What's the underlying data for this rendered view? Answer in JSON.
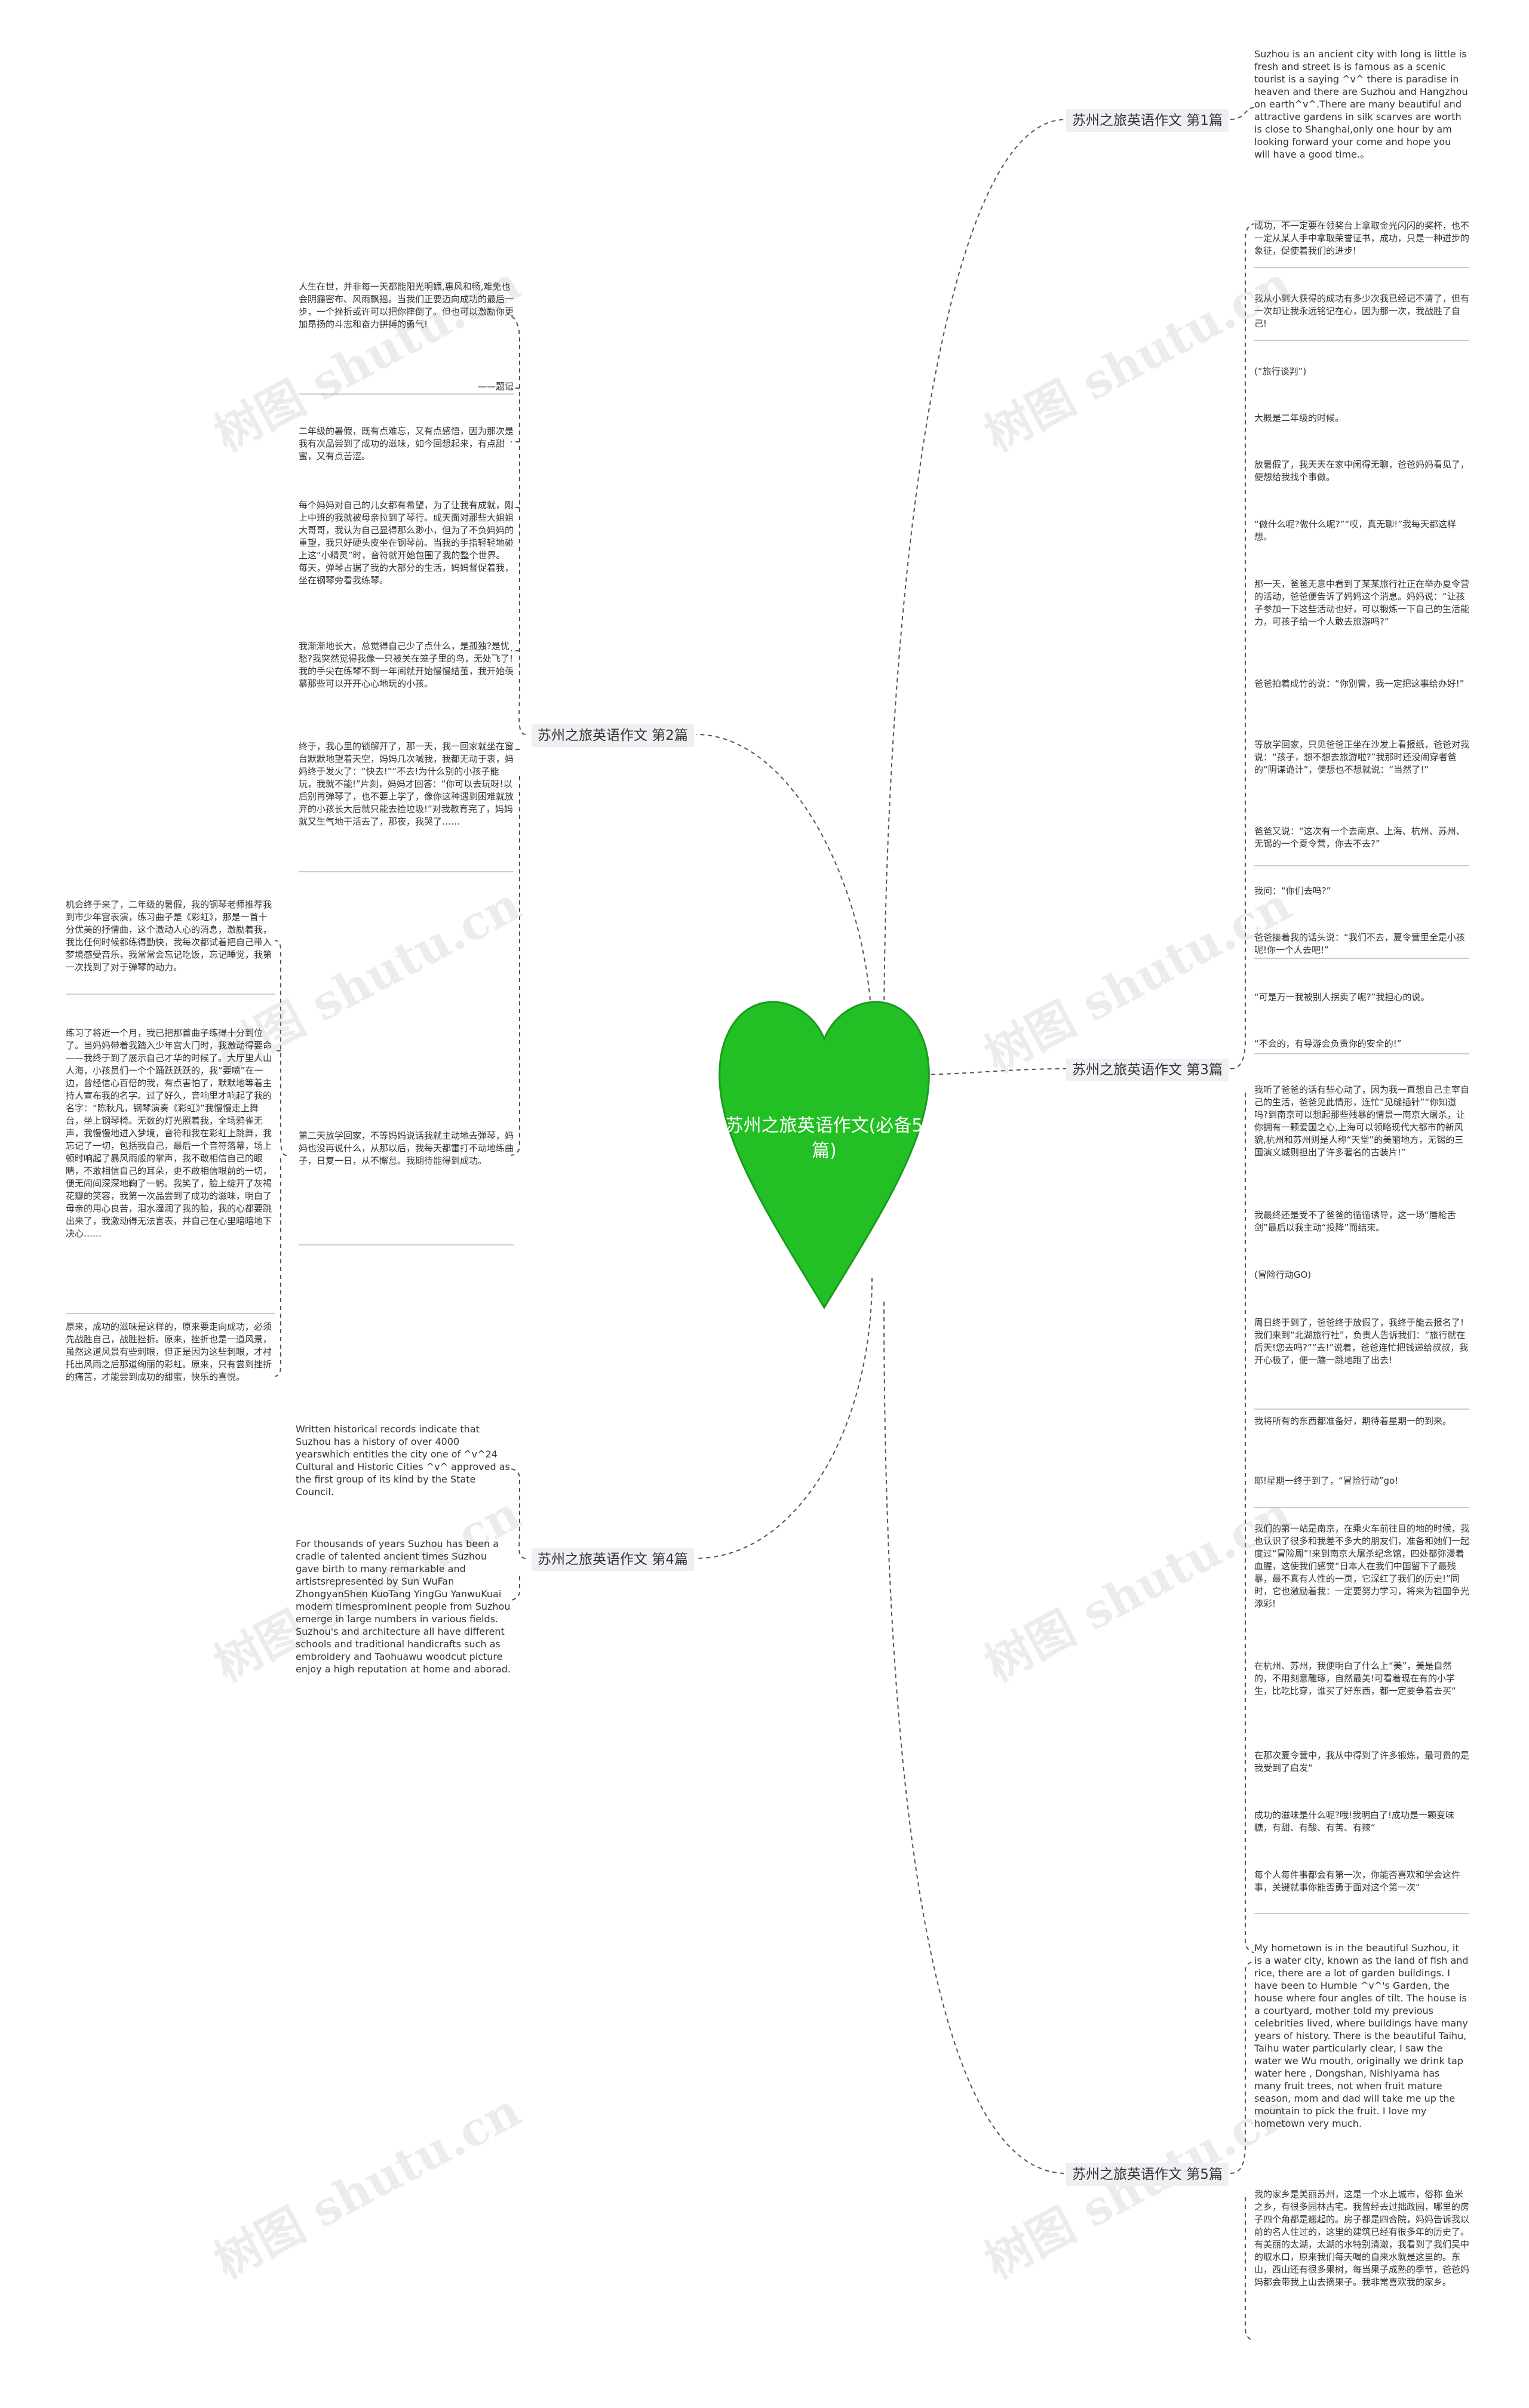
{
  "center": {
    "title": "苏州之旅英语作文(必备5篇)",
    "color": "#22c024"
  },
  "watermark": "树图 shutu.cn",
  "branches": {
    "b1": "苏州之旅英语作文 第1篇",
    "b2": "苏州之旅英语作文 第2篇",
    "b3": "苏州之旅英语作文 第3篇",
    "b4": "苏州之旅英语作文 第4篇",
    "b5": "苏州之旅英语作文 第5篇"
  },
  "leaves": {
    "p1": [
      "Suzhou is an ancient city with long  is little  is fresh and street  is  is famous as a scenic tourist  is a saying  ^v^ there is paradise in heaven and there are Suzhou and Hangzhou on earth^v^.There are many beautiful and attractive gardens in silk scarves are worth  is close to Shanghai,only one hour by  am looking forward your come and hope you will have a good time.。"
    ],
    "p2": [
      "人生在世，并非每一天都能阳光明媚,惠风和畅,难免也会阴霾密布、风雨飘摇。当我们正要迈向成功的最后一步，一个挫折或许可以把你摔倒了。但也可以激励你更加昂扬的斗志和奋力拼搏的勇气!",
      "——题记",
      "二年级的暑假，既有点难忘，又有点感悟，因为那次是我有次品尝到了成功的滋味，如今回想起来，有点甜蜜，又有点苦涩。",
      "每个妈妈对自己的儿女都有希望，为了让我有成就，刚上中班的我就被母亲拉到了琴行。成天面对那些大姐姐大哥哥，我认为自己显得那么渺小，但为了不负妈妈的重望，我只好硬头皮坐在钢琴前。当我的手指轻轻地碰上这“小精灵”时，音符就开始包围了我的整个世界。每天，弹琴占据了我的大部分的生活，妈妈督促着我，坐在钢琴旁看我练琴。",
      "我渐渐地长大，总觉得自己少了点什么，是孤独?是忧愁?我突然觉得我像一只被关在笼子里的鸟，无处飞了!我的手尖在练琴不到一年间就开始慢慢结茧，我开始羡慕那些可以开开心心地玩的小孩。",
      "终于，我心里的锁解开了，那一天，我一回家就坐在窗台默默地望着天空，妈妈几次喊我，我都无动于衷，妈妈终于发火了：“快去!”“不去!为什么别的小孩子能玩，我就不能!”片刻，妈妈才回答：“你可以去玩呀!以后别再弹琴了，也不要上学了，像你这种遇到困难就放弃的小孩长大后就只能去捡垃圾!”对我教育完了，妈妈就又生气地干活去了，那夜，我哭了……",
      "第二天放学回家，不等妈妈说话我就主动地去弹琴，妈妈也没再说什么，从那以后，我每天都雷打不动地练曲子，日复一日，从不懈怠。我期待能得到成功。",
      "机会终于来了，二年级的暑假，我的钢琴老师推荐我到市少年宫表演，练习曲子是《彩虹》，那是一首十分优美的抒情曲，这个激动人心的消息，激励着我，我比任何时候都练得勤快，我每次都试着把自己带入梦境感受音乐，我常常会忘记吃饭，忘记睡觉，我第一次找到了对于弹琴的动力。",
      "练习了将近一个月，我已把那首曲子练得十分到位了。当妈妈带着我踏入少年宫大门时，我激动得要命——我终于到了展示自己才华的时候了。大厅里人山人海，小孩员们一个个踊跃跃跃的，我“要喷”在一边，曾经信心百倍的我，有点害怕了，默默地等着主持人宣布我的名字。过了好久，音响里才响起了我的名字：“陈秋凡，钢琴演奏《彩虹》”我慢慢走上舞台，坐上钢琴椅。无数的灯光照着我，全场鸦雀无声，我慢慢地进入梦境，音符和我在彩虹上跳舞，我忘记了一切，包括我自己，最后一个音符落幕，场上顿时响起了暴风雨般的掌声，我不敢相信自己的眼睛，不敢相信自己的耳朵，更不敢相信眼前的一切，便无闹间深深地鞠了一躬。我笑了，脸上绽开了灰褐花瓣的笑容，我第一次品尝到了成功的滋味，明白了母亲的用心良苦，泪水湿润了我的脸，我的心都要跳出来了，我激动得无法言表，并自己在心里暗暗地下决心……",
      "原来，成功的滋味是这样的，原来要走向成功，必须先战胜自己，战胜挫折。原来，挫折也是一道风景，虽然这道风景有些刺眼，但正是因为这些刺眼，才衬托出风雨之后那道绚丽的彩虹。原来，只有尝到挫折的痛苦，才能尝到成功的甜蜜，快乐的喜悦。"
    ],
    "p3": [
      "成功，不一定要在领奖台上拿取金光闪闪的奖杯，也不一定从某人手中拿取荣誉证书，成功，只是一种进步的象征，促使着我们的进步!",
      "我从小到大获得的成功有多少次我已经记不清了，但有一次却让我永远铭记在心，因为那一次，我战胜了自己!",
      "(“旅行谈判”)",
      "大概是二年级的时候。",
      "放暑假了，我天天在家中闲得无聊，爸爸妈妈看见了，便想给我找个事做。",
      "“做什么呢?做什么呢?”“哎，真无聊!”我每天都这样想。",
      "那一天，爸爸无意中看到了某某旅行社正在举办夏令营的活动，爸爸便告诉了妈妈这个消息。妈妈说：“让孩子参加一下这些活动也好，可以锻炼一下自己的生活能力，可孩子给一个人敢去旅游吗?”",
      "爸爸拍着成竹的说：“你别管，我一定把这事给办好!”",
      "等放学回家，只见爸爸正坐在沙发上看报纸，爸爸对我说：“孩子，想不想去旅游啦?”我那时还没闹穿者爸的“阴谋诡计”，便想也不想就说：“当然了!”",
      "爸爸又说：“这次有一个去南京、上海、杭州、苏州、无锡的一个夏令营，你去不去?”",
      "我问：“你们去吗?”",
      "爸爸接着我的话头说：“我们不去，夏令营里全是小孩呢!你一个人去吧!”",
      "“可是万一我被别人拐卖了呢?”我担心的说。",
      "“不会的，有导游会负责你的安全的!”",
      "我听了爸爸的话有些心动了，因为我一直想自己主宰自己的生活，爸爸见此情形，连忙“见缝插针”“你知道吗?到南京可以想起那些残暴的情景一南京大屠杀，让你拥有一颗爱国之心,上海可以领略现代大都市的新风貌,杭州和苏州则是人称“天堂”的美丽地方，无锡的三国演义城则担出了许多著名的古装片!”",
      "我最终还是受不了爸爸的循循诱导，这一场“唇枪舌剑”最后以我主动“投降”而结束。",
      "(冒险行动GO)",
      "周日终于到了，爸爸终于放假了，我终于能去报名了!我们来到“北湖旅行社”，负责人告诉我们：“旅行就在后天!您去吗?”“去!”说着，爸爸连忙把钱递给叔叔，我开心极了，便一蹦一跳地跑了出去!",
      "我将所有的东西都准备好，期待着星期一的到来。",
      "耶!星期一终于到了，“冒险行动”go!",
      "我们的第一站是南京，在乘火车前往目的地的时候，我也认识了很多和我差不多大的朋友们，准备和她们一起度过“冒险周”!来到南京大屠杀纪念馆，四处都弥漫着血腥，这使我们感觉“日本人在我们中国留下了最残暴，最不真有人性的一页，它深红了我们的历史!”同时，它也激励着我：一定要努力学习，将来为祖国争光添彩!",
      "在杭州、苏州，我便明白了什么上“美”，美是自然的，不用刻意雕琢，自然最美!可看着现在有的小学生，比吃比穿，谁买了好东西，都一定要争着去买“",
      "在那次夏令营中，我从中得到了许多锻炼，最可贵的是我受到了启发“",
      "成功的滋味是什么呢?哦!我明白了!成功是一颗变味糖，有甜、有酸、有苦、有辣“",
      "每个人每件事都会有第一次，你能否喜欢和学会这件事，关键就事你能否勇于面对这个第一次“"
    ],
    "p4": [
      "Written historical records indicate that Suzhou has a history of over 4000 yearswhich entitles the city one of  ^v^24  Cultural and Historic Cities  ^v^ approved as the first group of its kind by the State Council.",
      "For thousands of years Suzhou has been a cradle of talented  ancient times Suzhou gave birth to many remarkable and artistsrepresented by Sun WuFan ZhongyanShen KuoTang YingGu YanwuKuai  modern timesprominent people from Suzhou emerge in large numbers in various fields. Suzhou's   and architecture all have different schools and  traditional handicrafts such as embroidery and Taohuawu woodcut picture enjoy a high reputation at home and aborad."
    ],
    "p5": [
      "My hometown is in the beautiful Suzhou, it is a water city, known as the land of fish and rice, there are a lot of garden buildings. I have been to Humble ^v^'s Garden, the house where four angles of tilt. The house is a courtyard, mother told  my previous celebrities lived, where buildings have many years of history. There is the beautiful Taihu, Taihu water particularly clear, I saw the water we Wu mouth, originally we drink tap water here , Dongshan, Nishiyama has many fruit trees, not when fruit mature season, mom and dad will take me up the mountain to pick the fruit. I love my hometown very much.",
      "我的家乡是美丽苏州，这是一个水上城市，俗称 鱼米之乡，有很多园林古宅。我曾经去过拙政园，哪里的房子四个角都是翘起的。房子都是四合院，妈妈告诉我以前的名人住过的，这里的建筑已经有很多年的历史了。有美丽的太湖，太湖的水特别清澈，我看到了我们吴中的取水口，原来我们每天喝的自来水就是这里的。东山，西山还有很多果树，每当果子成熟的季节，爸爸妈妈都会带我上山去摘果子。我非常喜欢我的家乡。"
    ]
  }
}
